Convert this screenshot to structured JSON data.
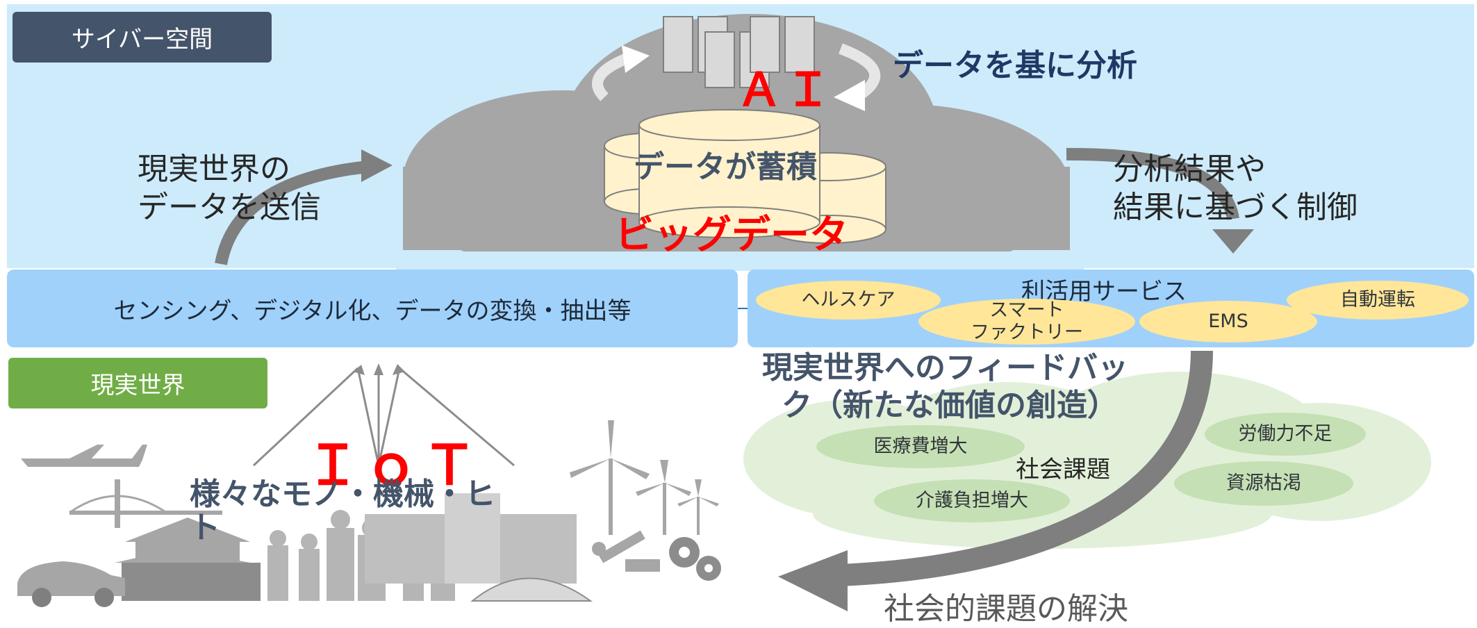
{
  "cyber_label": "サイバー空間",
  "real_label": "現実世界",
  "ai": {
    "label": "ＡＩ",
    "analysis_text": "データを基に分析"
  },
  "bigdata": {
    "accumulate_text": "データが蓄積",
    "label": "ビッグデータ"
  },
  "send_text": {
    "line1": "現実世界の",
    "line2": "データを送信"
  },
  "result_text": {
    "line1": "分析結果や",
    "line2": "結果に基づく制御"
  },
  "sensing_band": "センシング、デジタル化、データの変換・抽出等",
  "services": {
    "title": "利活用サービス",
    "items": [
      "ヘルスケア",
      "スマート",
      "ファクトリー",
      "EMS",
      "自動運転"
    ]
  },
  "feedback": {
    "line1": "現実世界へのフィードバッ",
    "line2": "ク（新たな価値の創造）"
  },
  "social": {
    "title": "社会課題",
    "issues": [
      "医療費増大",
      "介護負担増大",
      "労働力不足",
      "資源枯渇"
    ]
  },
  "iot": {
    "label": "ＩｏＴ",
    "things_line1": "様々なモノ・機械・ヒ",
    "things_line2": "ト"
  },
  "solution_text": "社会的課題の解決",
  "colors": {
    "cyber_bg": "#cdebfb",
    "cyber_label_bg": "#44546a",
    "real_label_bg": "#70ad47",
    "band": "#9fd1fb",
    "red": "#ff0000",
    "navy": "#1f3864",
    "service_bubble": "#ffe699",
    "issue_bubble": "#c5e0b4"
  }
}
